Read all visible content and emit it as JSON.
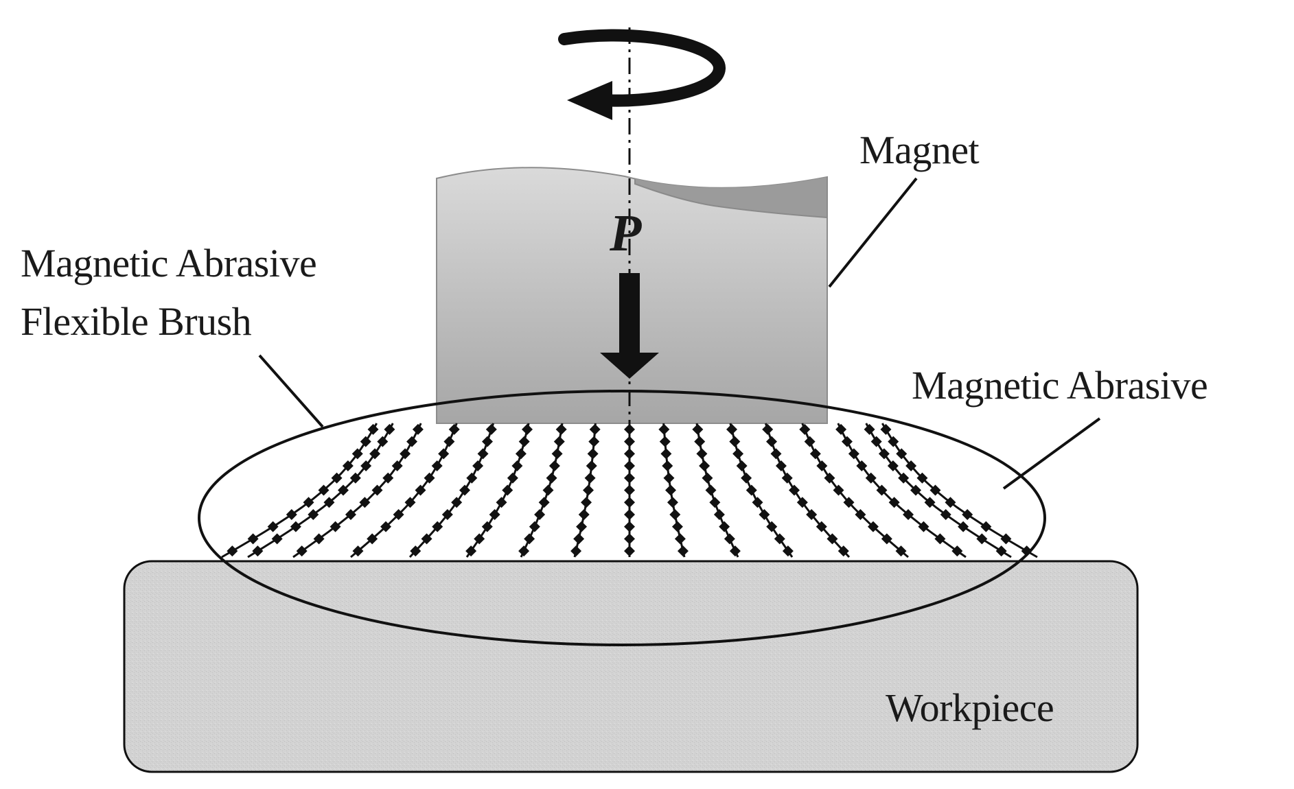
{
  "labels": {
    "magnet": "Magnet",
    "brush_line1": "Magnetic Abrasive",
    "brush_line2": "Flexible Brush",
    "abrasive": "Magnetic Abrasive",
    "workpiece": "Workpiece",
    "force": "P"
  },
  "colors": {
    "ink": "#111111",
    "workpiece_fill": "#d4d4d4",
    "magnet_top": "#d8d8d8",
    "magnet_bottom": "#a9a9a9",
    "magnet_cap": "#9a9a9a"
  }
}
